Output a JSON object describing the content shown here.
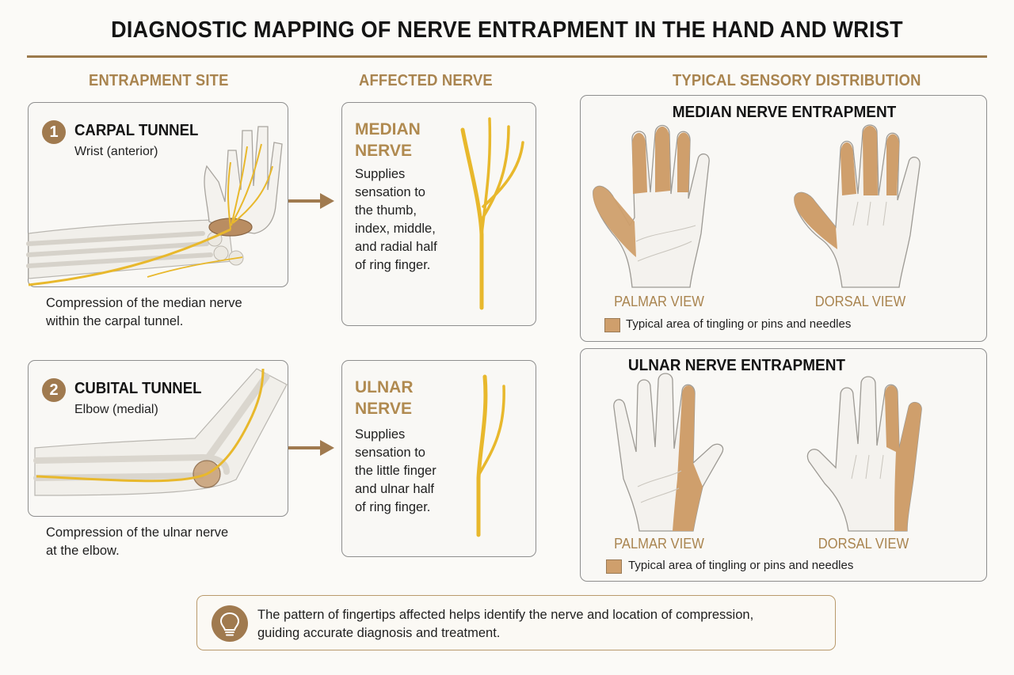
{
  "title": "DIAGNOSTIC MAPPING OF NERVE ENTRAPMENT IN THE HAND AND WRIST",
  "columns": {
    "site": "ENTRAPMENT SITE",
    "nerve": "AFFECTED NERVE",
    "distribution": "TYPICAL SENSORY DISTRIBUTION"
  },
  "rows": [
    {
      "number": "1",
      "site_title": "CARPAL TUNNEL",
      "site_sub": "Wrist (anterior)",
      "caption": [
        "Compression of the median nerve",
        "within the carpal tunnel."
      ],
      "nerve_name": [
        "MEDIAN",
        "NERVE"
      ],
      "nerve_desc": [
        "Supplies",
        "sensation to",
        "the thumb,",
        "index, middle,",
        "and radial half",
        "of ring finger."
      ],
      "panel_title": "MEDIAN NERVE ENTRAPMENT",
      "palmar_label": "PALMAR VIEW",
      "dorsal_label": "DORSAL VIEW",
      "legend": "Typical area of tingling or pins and needles"
    },
    {
      "number": "2",
      "site_title": "CUBITAL TUNNEL",
      "site_sub": "Elbow (medial)",
      "caption": [
        "Compression of the ulnar nerve",
        "at the elbow."
      ],
      "nerve_name": [
        "ULNAR",
        "NERVE"
      ],
      "nerve_desc": [
        "Supplies",
        "sensation to",
        "the little finger",
        "and ulnar half",
        "of ring finger."
      ],
      "panel_title": "ULNAR NERVE ENTRAPMENT",
      "palmar_label": "PALMAR VIEW",
      "dorsal_label": "DORSAL VIEW",
      "legend": "Typical area of tingling or pins and needles"
    }
  ],
  "note": [
    "The pattern of fingertips affected helps identify the nerve and location of compression,",
    "guiding accurate diagnosis and treatment."
  ],
  "colors": {
    "accent": "#a9844f",
    "nerve": "#e8b82c",
    "highlight": "#cf9f6c",
    "skin": "#f3f1ec"
  }
}
